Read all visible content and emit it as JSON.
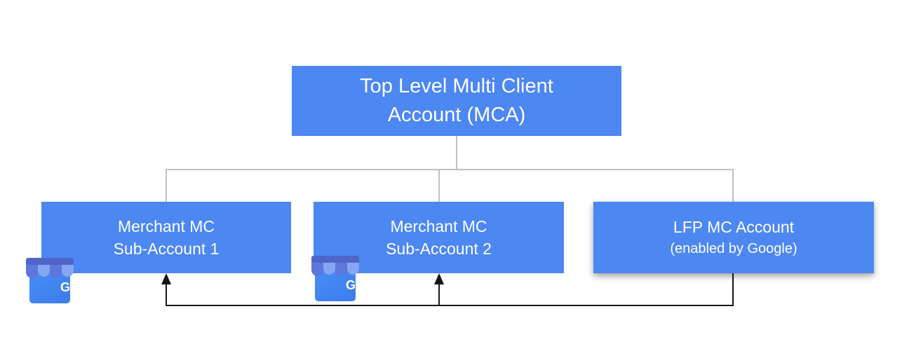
{
  "diagram": {
    "nodes": {
      "mca": {
        "line1": "Top Level Multi Client",
        "line2": "Account (MCA)"
      },
      "sub1": {
        "line1": "Merchant MC",
        "line2": "Sub-Account 1"
      },
      "sub2": {
        "line1": "Merchant MC",
        "line2": "Sub-Account 2"
      },
      "lfp": {
        "line1": "LFP MC Account",
        "line2": "(enabled by Google)"
      }
    },
    "icons": {
      "gmb": {
        "name": "google-my-business-icon",
        "letter": "G"
      }
    }
  },
  "colors": {
    "background": "#ffffff",
    "node_fill": "#4c87f2",
    "node_text": "#ffffff",
    "connector_gray": "#c0c0c0",
    "arrow_black": "#161616",
    "awning_band": "#5065c8",
    "awning_dark": "#5d77da",
    "awning_light": "#85a6f4",
    "gmb_body": "#4489f4",
    "gmb_body_dark": "#3d7ce9"
  }
}
